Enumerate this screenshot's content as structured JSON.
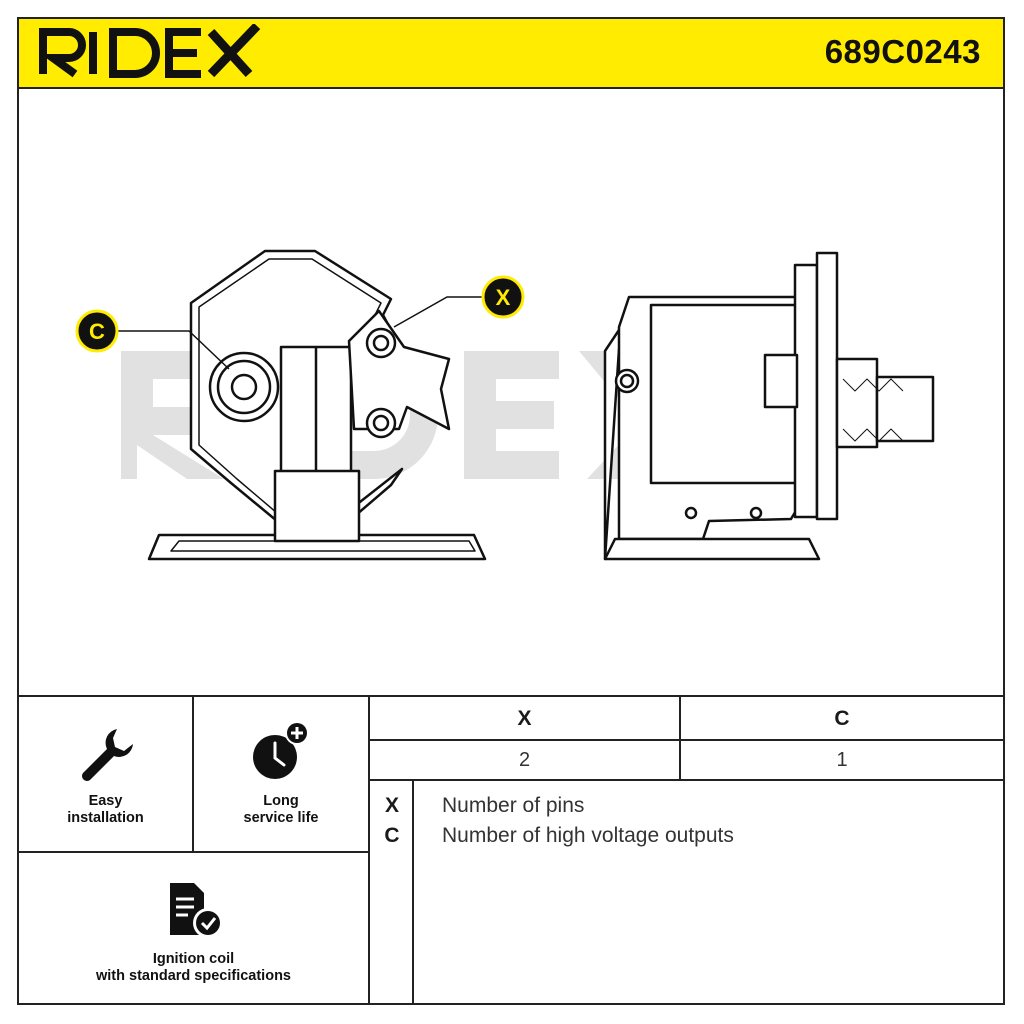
{
  "header": {
    "brand": "RIDEX",
    "part_number": "689C0243",
    "brand_color": "#ffec00"
  },
  "drawing": {
    "callouts": [
      {
        "id": "C",
        "marker": "C"
      },
      {
        "id": "X",
        "marker": "X"
      }
    ],
    "watermark": "RIDEX"
  },
  "features": [
    {
      "icon": "wrench-icon",
      "line1": "Easy",
      "line2": "installation"
    },
    {
      "icon": "clock-plus-icon",
      "line1": "Long",
      "line2": "service life"
    },
    {
      "icon": "document-check-icon",
      "line1": "Ignition coil",
      "line2": "with standard specifications"
    }
  ],
  "spec_table": {
    "headers": [
      "X",
      "C"
    ],
    "values": [
      "2",
      "1"
    ]
  },
  "legend": [
    {
      "key": "X",
      "description": "Number of pins"
    },
    {
      "key": "C",
      "description": "Number of high voltage outputs"
    }
  ]
}
